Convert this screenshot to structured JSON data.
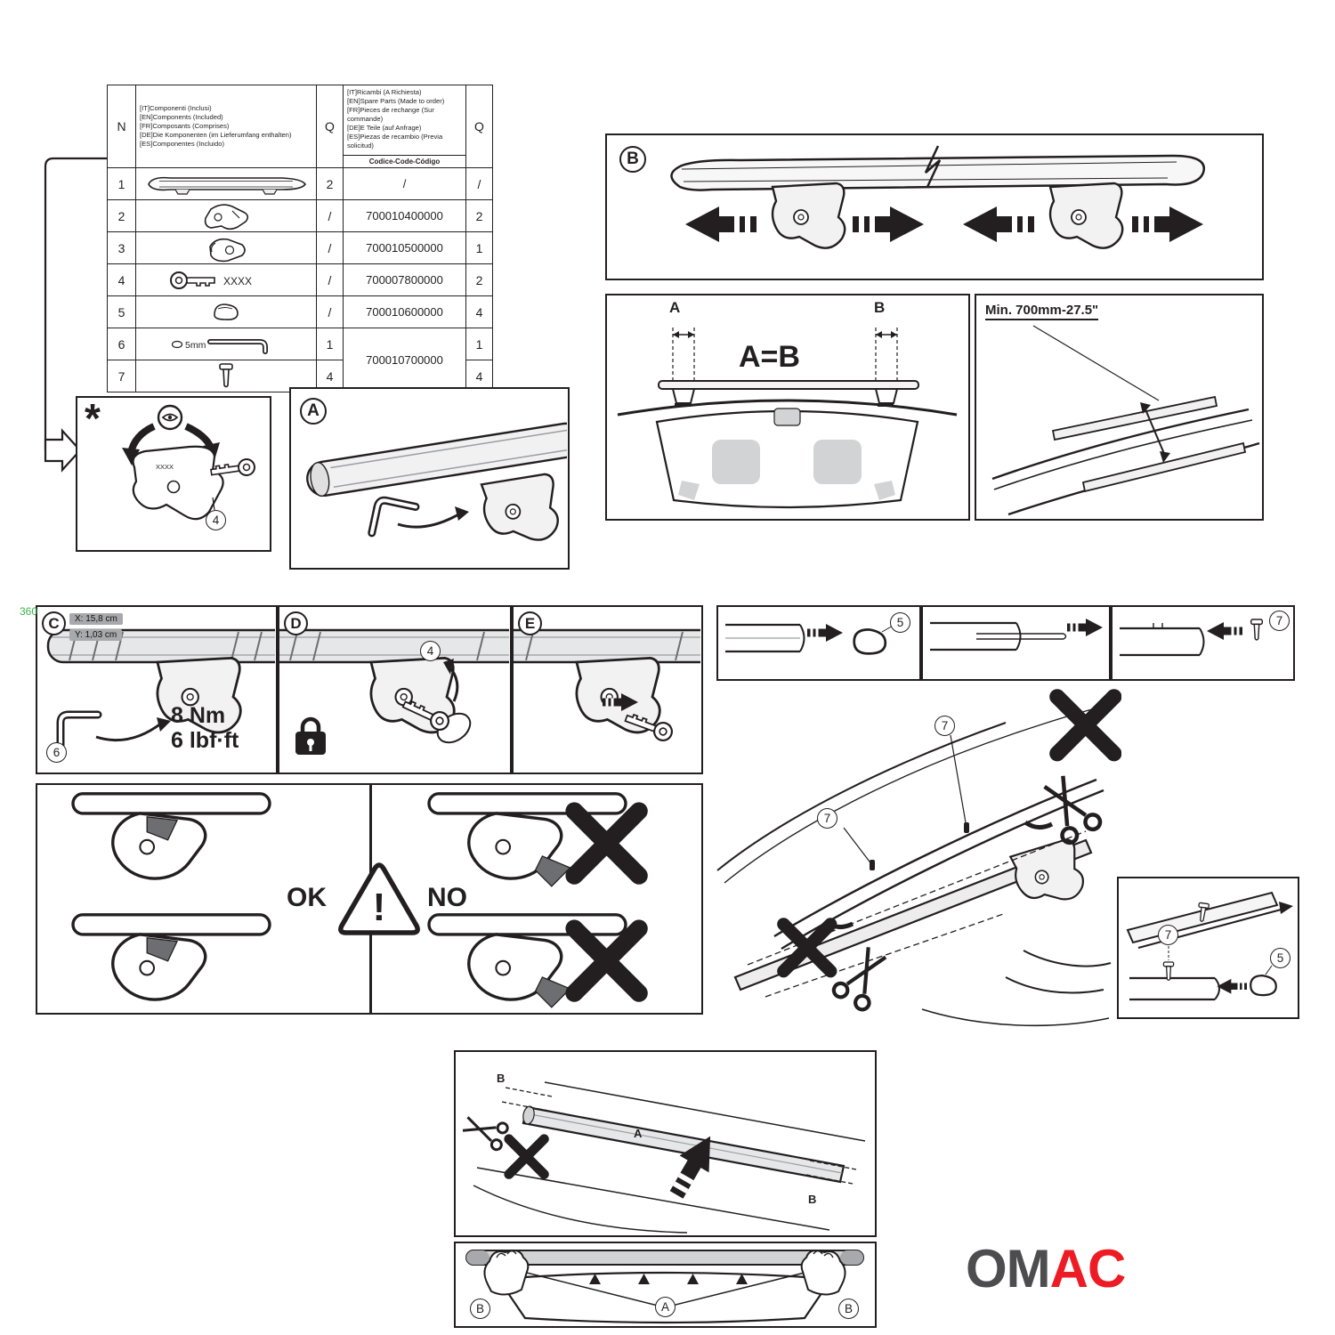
{
  "watermark": "360",
  "table": {
    "headers": {
      "n": "N",
      "q": "Q",
      "included_lines": [
        "[IT]Componenti (Inclusi)",
        "[EN]Components (Included)",
        "[FR]Composants (Comprises)",
        "[DE]Die Komponenten (im Lieferumfang enthalten)",
        "[ES]Componentes (Incluido)"
      ],
      "spare_lines": [
        "[IT]Ricambi (A Richiesta)",
        "[EN]Spare Parts (Made to order)",
        "[FR]Pieces de rechange (Sur commande)",
        "[DE]E Teile (auf Anfrage)",
        "[ES]Piezas de recambio (Previa solicitud)"
      ],
      "code_label": "Codice-Code-Código"
    },
    "part4_text": "XXXX",
    "part6_text": "5mm",
    "rows": [
      {
        "n": "1",
        "q_included": "2",
        "code": "/",
        "q_spare": "/"
      },
      {
        "n": "2",
        "q_included": "/",
        "code": "700010400000",
        "q_spare": "2"
      },
      {
        "n": "3",
        "q_included": "/",
        "code": "700010500000",
        "q_spare": "1"
      },
      {
        "n": "4",
        "q_included": "/",
        "code": "700007800000",
        "q_spare": "2"
      },
      {
        "n": "5",
        "q_included": "/",
        "code": "700010600000",
        "q_spare": "4"
      },
      {
        "n": "6",
        "q_included": "1",
        "code": "700010700000",
        "q_spare": "1"
      },
      {
        "n": "7",
        "q_included": "4",
        "code": "",
        "q_spare": "4"
      }
    ]
  },
  "panels": {
    "star": {
      "label": "*",
      "key_text": "XXXX",
      "callout_key": "4"
    },
    "a": {
      "label": "A"
    },
    "b": {
      "label": "B"
    },
    "aeqb": {
      "title": "A=B",
      "dim_a": "A",
      "dim_b": "B"
    },
    "min700": {
      "title": "Min. 700mm-27.5\""
    },
    "c": {
      "label": "C",
      "dim_x": "X: 15,8 cm",
      "dim_y": "Y: 1,03 cm",
      "torque_nm": "8 Nm",
      "torque_lbf": "6 lbf·ft",
      "callout_tool": "6"
    },
    "d": {
      "label": "D",
      "callout_key": "4"
    },
    "e": {
      "label": "E"
    },
    "steps": {
      "callout_cap": "5",
      "callout_pin": "7"
    },
    "okno": {
      "ok": "OK",
      "no": "NO",
      "warning_mark": "!"
    },
    "roof": {
      "callout_pin_a": "7",
      "callout_pin_b": "7"
    },
    "endcap": {
      "callout_pin": "7",
      "callout_cap": "5"
    },
    "place": {
      "label_bar": "A",
      "label_end_left": "B",
      "label_end_right": "B"
    },
    "rear": {
      "label_center": "A",
      "label_left": "B",
      "label_right": "B"
    }
  },
  "logo": {
    "prefix": "OM",
    "suffix": "AC",
    "dark": "#4d4d4f",
    "red": "#ed1c24"
  }
}
